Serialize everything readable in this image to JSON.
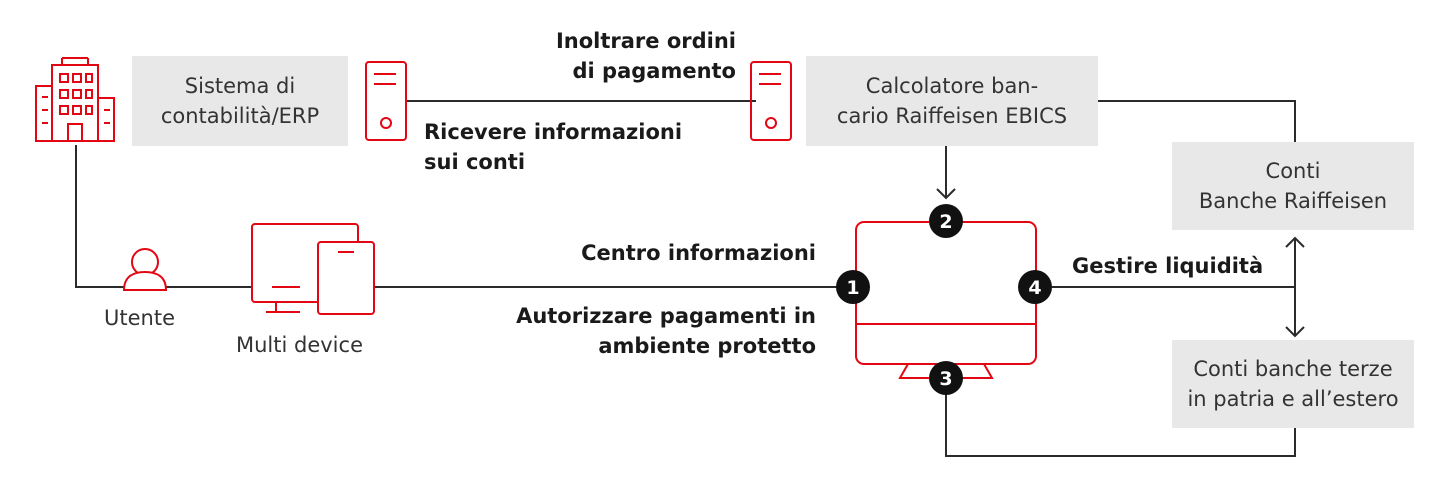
{
  "colors": {
    "accent": "#e30613",
    "line": "#2b2b2b",
    "box_bg": "#e8e8e8",
    "badge_bg": "#111111"
  },
  "boxes": {
    "erp": {
      "line1": "Sistema di",
      "line2": "contabilità/ERP"
    },
    "ebics": {
      "line1": "Calcolatore ban-",
      "line2": "cario Raiffeisen EBICS"
    },
    "raiffeisen_accounts": {
      "line1": "Conti",
      "line2": "Banche Raiffeisen"
    },
    "third_party_accounts": {
      "line1": "Conti banche terze",
      "line2": "in patria e all’estero"
    }
  },
  "labels": {
    "forward_orders": {
      "line1": "Inoltrare ordini",
      "line2": "di pagamento"
    },
    "receive_info": {
      "line1": "Ricevere informazioni",
      "line2": "sui conti"
    },
    "info_center": "Centro informazioni",
    "authorize": {
      "line1": "Autorizzare pagamenti in",
      "line2": "ambiente protetto"
    },
    "manage_liquidity": "Gestire liquidità",
    "user": "Utente",
    "multi_device": "Multi device"
  },
  "badges": [
    "1",
    "2",
    "3",
    "4"
  ],
  "icons": {
    "building": "building-icon",
    "server_left": "server-icon",
    "server_right": "server-icon",
    "user": "user-icon",
    "devices": "multi-device-icon",
    "monitor": "monitor-icon"
  }
}
